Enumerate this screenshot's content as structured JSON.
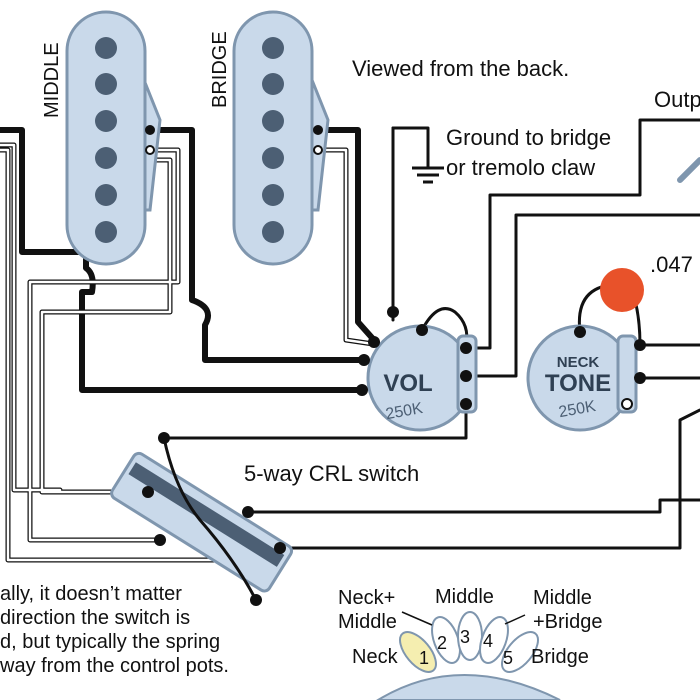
{
  "pickups": {
    "middle_label": "MIDDLE",
    "bridge_label": "BRIDGE"
  },
  "notes": {
    "viewed_from": "Viewed from the back.",
    "ground_line1": "Ground to bridge",
    "ground_line2": "or tremolo claw",
    "output": "Outp",
    "cap_value": ".047",
    "switch_name": "5-way CRL switch",
    "orientation_note": "ally, it doesn’t matter\ndirection the switch is\nd, but typically the spring\nway from the control pots."
  },
  "pots": {
    "volume": {
      "name": "VOL",
      "value": "250K"
    },
    "tone": {
      "name_top": "NECK",
      "name": "TONE",
      "value": "250K"
    }
  },
  "switch_positions": {
    "labels": [
      "Neck+\nMiddle",
      "Middle",
      "Middle\n+Bridge",
      "Neck",
      "Bridge"
    ],
    "numbers": [
      "1",
      "2",
      "3",
      "4",
      "5"
    ]
  },
  "colors": {
    "pickup_fill": "#c9d9ea",
    "pickup_stroke": "#7f96ae",
    "pole": "#4c5f74",
    "wire_black": "#111111",
    "capacitor": "#e8522a",
    "pos1_highlight": "#f5eeb0"
  }
}
